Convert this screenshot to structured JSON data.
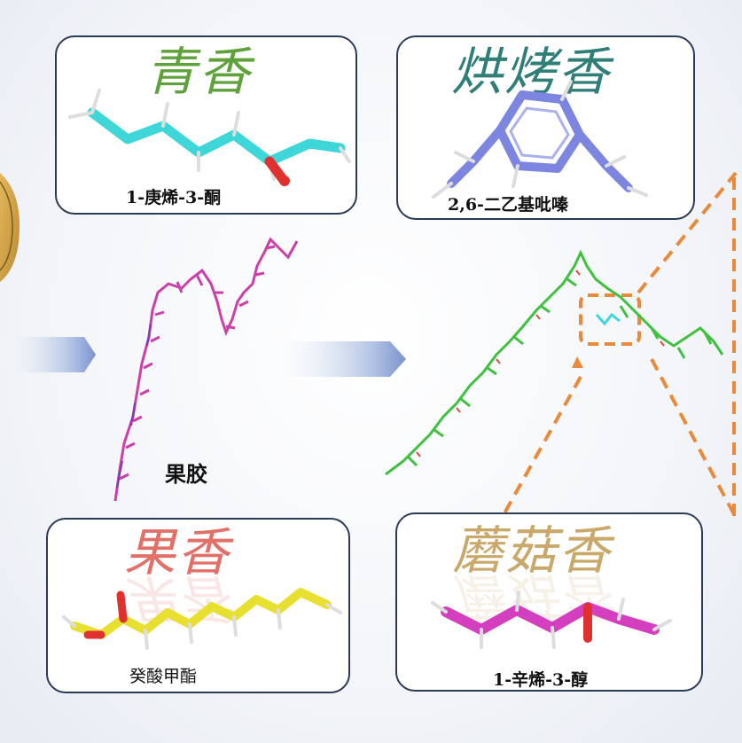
{
  "panels": {
    "green": {
      "title": "青香",
      "label": "1-庚烯-3-酮",
      "title_color": "#5fa13a"
    },
    "roasted": {
      "title": "烘烤香",
      "label": "2,6-二乙基吡嗪",
      "title_color": "#2f7e78"
    },
    "fruity": {
      "title": "果香",
      "label": "癸酸甲酯",
      "title_color": "#e07068"
    },
    "mushroom": {
      "title": "蘑菇香",
      "label": "1-辛烯-3-醇",
      "title_color": "#c9a86a"
    }
  },
  "center": {
    "pectin_label": "果胶"
  },
  "colors": {
    "cyan_molecule": "#3fd6d8",
    "pyrazine": "#7c86e0",
    "ester": "#e8e030",
    "alcohol": "#d43fc0",
    "pectin": "#cc3fa8",
    "complex": "#3fc03f",
    "orange_dash": "#e88a3a",
    "panel_border": "#2b3a55"
  }
}
